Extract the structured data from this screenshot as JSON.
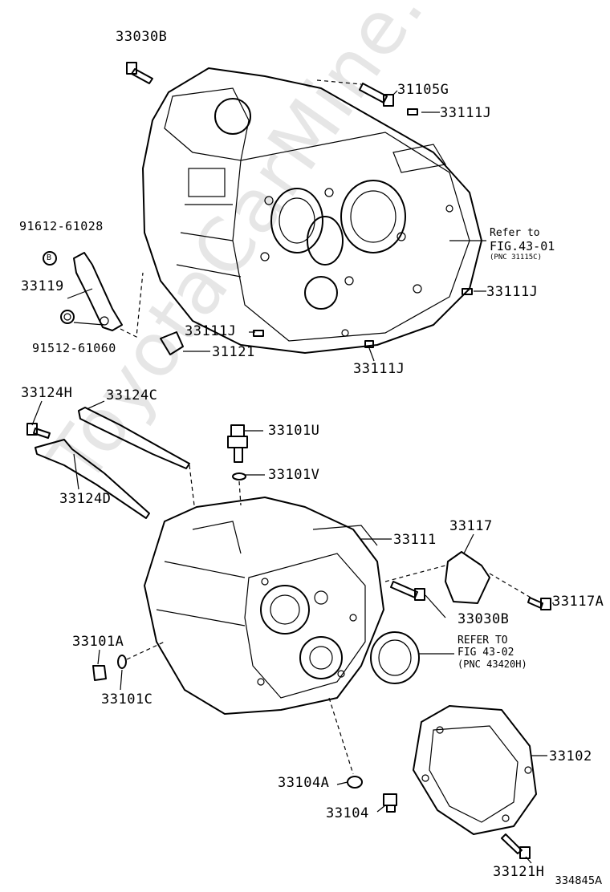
{
  "watermark": "ToyotaCarMine.ru",
  "figure_id": "334845A",
  "labels": {
    "p33030B_top": "33030B",
    "p31105G": "31105G",
    "p33111J_1": "33111J",
    "p91612": "91612-61028",
    "pB": "B",
    "p33119": "33119",
    "p91512": "91512-61060",
    "p33111J_2": "33111J",
    "p31121": "31121",
    "p33111J_3": "33111J",
    "p33111J_4": "33111J",
    "p33124H": "33124H",
    "p33124C": "33124C",
    "p33124D": "33124D",
    "p33101U": "33101U",
    "p33101V": "33101V",
    "p33111": "33111",
    "p33117": "33117",
    "p33117A": "33117A",
    "p33030B_mid": "33030B",
    "p33101A": "33101A",
    "p33101C": "33101C",
    "p33104A": "33104A",
    "p33104": "33104",
    "p33102": "33102",
    "p33121H": "33121H"
  },
  "notes": {
    "refer1_l1": "Refer to",
    "refer1_l2": "FIG.43-01",
    "refer1_l3": "(PNC 31115C)",
    "refer2_l1": "REFER TO",
    "refer2_l2": "FIG 43-02",
    "refer2_l3": "(PNC 43420H)"
  }
}
